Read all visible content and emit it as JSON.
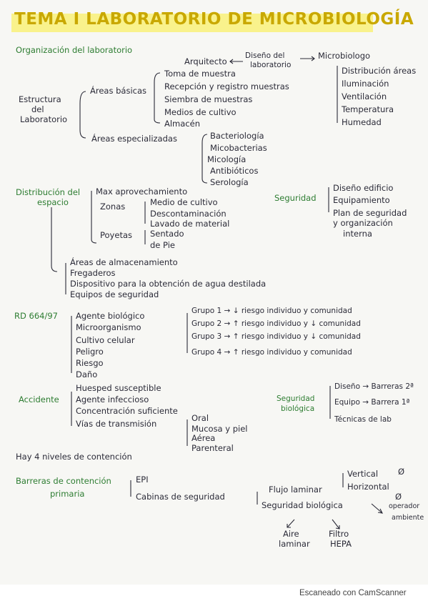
{
  "title": "TEMA I LABORATORIO DE MICROBIOLOGÍA",
  "org": {
    "heading": "Organización del laboratorio",
    "arquitecto": "Arquitecto",
    "diseno": [
      "Diseño del",
      "laboratorio"
    ],
    "microbiologo": "Microbiologo",
    "micro_items": [
      "Distribución áreas",
      "Iluminación",
      "Ventilación",
      "Temperatura",
      "Humedad"
    ],
    "estructura": [
      "Estructura",
      "del",
      "Laboratorio"
    ],
    "areas_basicas": "Áreas básicas",
    "basicas_items": [
      "Toma de muestra",
      "Recepción y registro muestras",
      "Siembra de muestras",
      "Medios de cultivo",
      "Almacén"
    ],
    "areas_especializadas": "Áreas especializadas",
    "especializadas_items": [
      "Bacteriología",
      "Micobacterias",
      "Micología",
      "Antibióticos",
      "Serología"
    ]
  },
  "dist": {
    "heading": [
      "Distribución del",
      "espacio"
    ],
    "max": "Max aprovechamiento",
    "zonas": "Zonas",
    "zonas_items": [
      "Medio de cultivo",
      "Descontaminación",
      "Lavado de material"
    ],
    "poyetas": "Poyetas",
    "poyetas_items": [
      "Sentado",
      "de Pie"
    ],
    "extra_items": [
      "Áreas de almacenamiento",
      "Fregaderos",
      "Dispositivo para la obtención de agua destilada",
      "Equipos de seguridad"
    ],
    "seguridad": "Seguridad",
    "seguridad_items": [
      "Diseño edificio",
      "Equipamiento",
      "Plan de seguridad",
      "y organización",
      "interna"
    ]
  },
  "rd": {
    "heading": "RD 664/97",
    "items": [
      "Agente biológico",
      "Microorganismo",
      "Cultivo celular",
      "Peligro",
      "Riesgo",
      "Daño"
    ],
    "grupos": [
      "Grupo 1 → ↓ riesgo individuo y comunidad",
      "Grupo 2 → ↑ riesgo individuo y ↓ comunidad",
      "Grupo 3 → ↑ riesgo individuo y ↓ comunidad",
      "Grupo 4 → ↑ riesgo individuo y comunidad"
    ]
  },
  "acc": {
    "heading": "Accidente",
    "items": [
      "Huesped susceptible",
      "Agente infeccioso",
      "Concentración suficiente",
      "Vías de transmisión"
    ],
    "vias": [
      "Oral",
      "Mucosa y piel",
      "Aérea",
      "Parenteral"
    ],
    "segbio": [
      "Seguridad",
      "biológica"
    ],
    "segbio_items": [
      "Diseño → Barreras 2ª",
      "Equipo → Barrera 1ª",
      "Técnicas de lab"
    ]
  },
  "niveles": "Hay 4 niveles de contención",
  "barreras": {
    "heading": [
      "Barreras de contención",
      "primaria"
    ],
    "epi": "EPI",
    "cabinas": "Cabinas de seguridad",
    "flujo": "Flujo laminar",
    "flujo_items": [
      "Vertical",
      "Horizontal"
    ],
    "symbol": "Ø",
    "operador": [
      "operador",
      "ambiente"
    ],
    "segbio": "Seguridad biológica",
    "aire": [
      "Aire",
      "laminar"
    ],
    "filtro": [
      "Filtro",
      "HEPA"
    ]
  },
  "footer": "Escaneado con CamScanner",
  "colors": {
    "ink": "#2b2b38",
    "green": "#2e7d32",
    "highlight": "#faf06a",
    "title": "#c9a800"
  }
}
